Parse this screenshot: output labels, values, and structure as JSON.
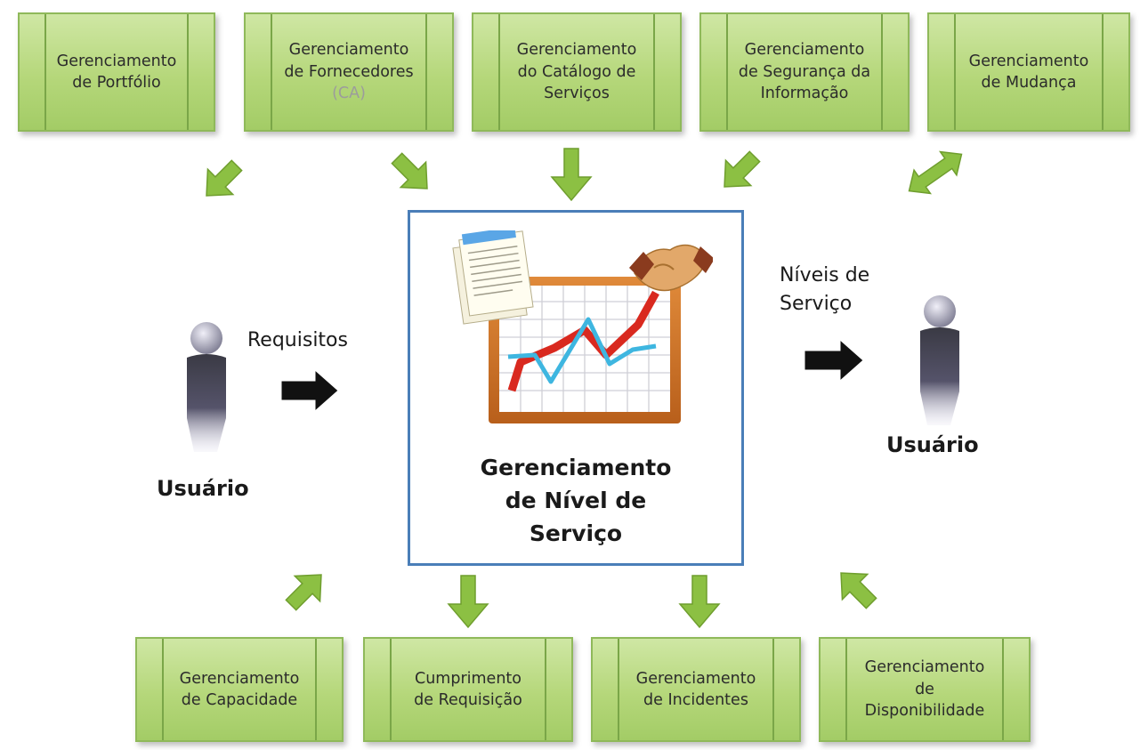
{
  "top_boxes": [
    {
      "lines": [
        "Gerenciamento",
        "de Portfólio"
      ]
    },
    {
      "lines": [
        "Gerenciamento",
        "de Fornecedores"
      ],
      "note": "(CA)"
    },
    {
      "lines": [
        "Gerenciamento",
        "do Catálogo de",
        "Serviços"
      ]
    },
    {
      "lines": [
        "Gerenciamento",
        "de Segurança da",
        "Informação"
      ]
    },
    {
      "lines": [
        "Gerenciamento",
        "de Mudança"
      ]
    }
  ],
  "bottom_boxes": [
    {
      "lines": [
        "Gerenciamento",
        "de Capacidade"
      ]
    },
    {
      "lines": [
        "Cumprimento",
        "de Requisição"
      ]
    },
    {
      "lines": [
        "Gerenciamento",
        "de Incidentes"
      ]
    },
    {
      "lines": [
        "Gerenciamento",
        "de",
        "Disponibilidade"
      ]
    }
  ],
  "center": {
    "title_lines": [
      "Gerenciamento",
      "de Nível de",
      "Serviço"
    ]
  },
  "left": {
    "flow_label": "Requisitos",
    "user_label": "Usuário"
  },
  "right": {
    "flow_label_lines": [
      "Níveis de",
      "Serviço"
    ],
    "user_label": "Usuário"
  },
  "colors": {
    "box_fill": "#b5d77a",
    "box_border": "#8fb95a",
    "arrow_green": "#8cc043",
    "center_border": "#4a7eb8"
  }
}
